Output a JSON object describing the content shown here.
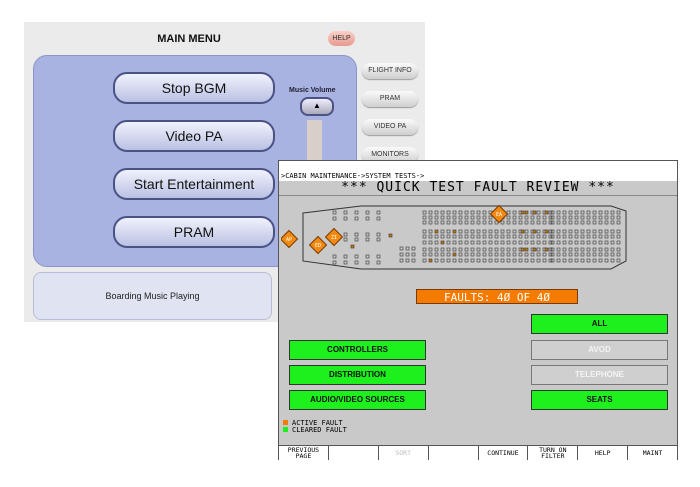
{
  "main_menu": {
    "title": "MAIN MENU",
    "help": "HELP",
    "buttons": [
      "Stop BGM",
      "Video PA",
      "Start Entertainment",
      "PRAM"
    ],
    "music_volume_label": "Music Volume",
    "volume_up_icon": "triangle-up",
    "status": "Boarding Music Playing",
    "side_buttons": [
      "FLIGHT INFO",
      "PRAM",
      "VIDEO PA",
      "MONITORS"
    ]
  },
  "fault_review": {
    "breadcrumb": ">CABIN MAINTENANCE->SYSTEM TESTS->",
    "title": "*** QUICK TEST FAULT REVIEW ***",
    "faults": "FAULTS: 4Ø OF 4Ø",
    "zones": [
      "AP",
      "ED",
      "ZI",
      "EA"
    ],
    "left_buttons": [
      {
        "label": "CONTROLLERS",
        "state": "on"
      },
      {
        "label": "DISTRIBUTION",
        "state": "on"
      },
      {
        "label": "AUDIO/VIDEO SOURCES",
        "state": "on"
      }
    ],
    "right_buttons": [
      {
        "label": "ALL",
        "state": "on"
      },
      {
        "label": "AVOD",
        "state": "off"
      },
      {
        "label": "TELEPHONE",
        "state": "off"
      },
      {
        "label": "SEATS",
        "state": "on"
      }
    ],
    "legend": [
      {
        "label": "ACTIVE FAULT",
        "color": "#f47b00"
      },
      {
        "label": "CLEARED FAULT",
        "color": "#1ef01e"
      }
    ],
    "softkeys": [
      {
        "label": "PREVIOUS PAGE",
        "enabled": true
      },
      {
        "label": "",
        "enabled": true
      },
      {
        "label": "SORT",
        "enabled": false
      },
      {
        "label": "",
        "enabled": true
      },
      {
        "label": "CONTINUE",
        "enabled": true
      },
      {
        "label": "TURN ON FILTER",
        "enabled": true
      },
      {
        "label": "HELP",
        "enabled": true
      },
      {
        "label": "MAINT",
        "enabled": true
      }
    ]
  }
}
